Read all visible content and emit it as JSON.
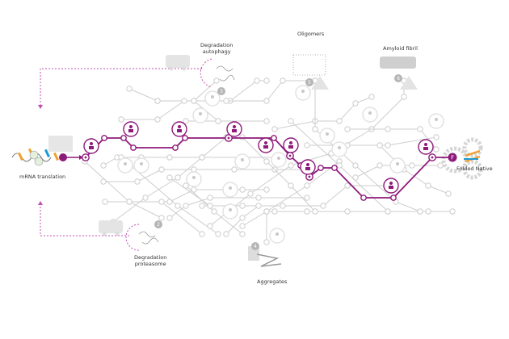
{
  "labels": {
    "degradation_autophagy": [
      "Degradation",
      "autophagy"
    ],
    "oligomers": "Oligomers",
    "amyloid_fibril": "Amyloid fibril",
    "mrna_translation": "mRNA translation",
    "folded_native": "Folded Native",
    "degradation_proteasome": [
      "Degradation",
      "proteasome"
    ],
    "aggregates": "Aggregates"
  },
  "badges": {
    "proteasome": "2",
    "autophagy": "3",
    "aggregates": "4",
    "oligomers": "5",
    "amyloid": "6",
    "folded": "F"
  },
  "colors": {
    "path": "#8e1a7a",
    "network": "#cdcdcd",
    "dashed": "#c24fb0",
    "badge": "#b5b5b5"
  }
}
